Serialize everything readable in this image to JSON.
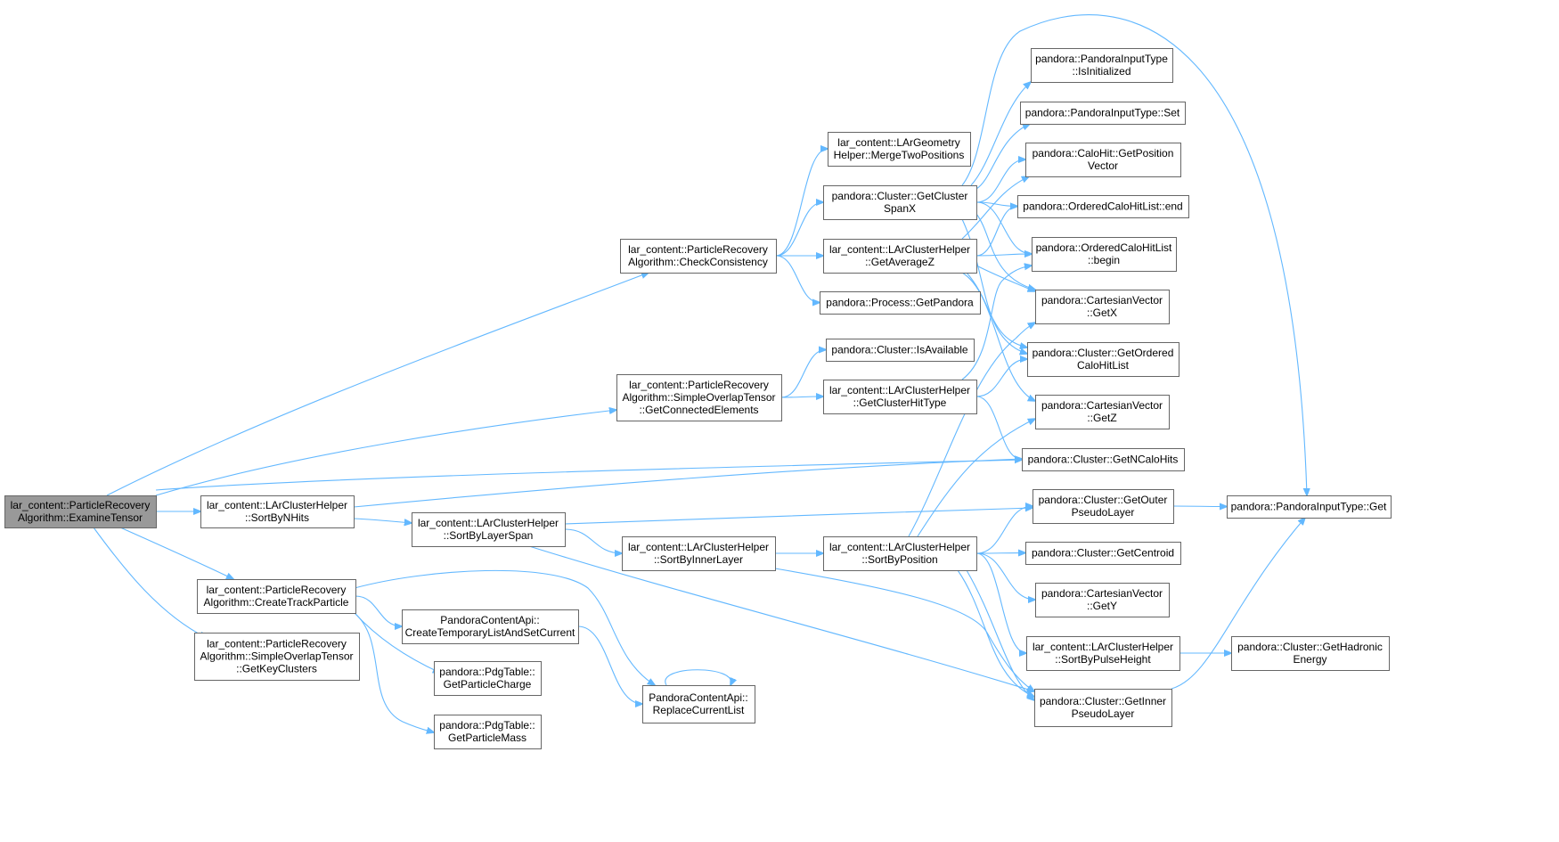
{
  "graph": {
    "root": "n_examine",
    "nodes": [
      {
        "id": "n_examine",
        "lines": [
          "lar_content::ParticleRecovery",
          "Algorithm::ExamineTensor"
        ],
        "root": true
      },
      {
        "id": "n_check",
        "lines": [
          "lar_content::ParticleRecovery",
          "Algorithm::CheckConsistency"
        ]
      },
      {
        "id": "n_getconn",
        "lines": [
          "lar_content::ParticleRecovery",
          "Algorithm::SimpleOverlapTensor",
          "::GetConnectedElements"
        ]
      },
      {
        "id": "n_sortbynhits",
        "lines": [
          "lar_content::LArClusterHelper",
          "::SortByNHits"
        ]
      },
      {
        "id": "n_createtrack",
        "lines": [
          "lar_content::ParticleRecovery",
          "Algorithm::CreateTrackParticle"
        ]
      },
      {
        "id": "n_getkey",
        "lines": [
          "lar_content::ParticleRecovery",
          "Algorithm::SimpleOverlapTensor",
          "::GetKeyClusters"
        ]
      },
      {
        "id": "n_merge",
        "lines": [
          "lar_content::LArGeometry",
          "Helper::MergeTwoPositions"
        ]
      },
      {
        "id": "n_spanx",
        "lines": [
          "pandora::Cluster::GetCluster",
          "SpanX"
        ]
      },
      {
        "id": "n_avgz",
        "lines": [
          "lar_content::LArClusterHelper",
          "::GetAverageZ"
        ]
      },
      {
        "id": "n_getpandora",
        "lines": [
          "pandora::Process::GetPandora"
        ]
      },
      {
        "id": "n_isavail",
        "lines": [
          "pandora::Cluster::IsAvailable"
        ]
      },
      {
        "id": "n_hittype",
        "lines": [
          "lar_content::LArClusterHelper",
          "::GetClusterHitType"
        ]
      },
      {
        "id": "n_sortlayerspan",
        "lines": [
          "lar_content::LArClusterHelper",
          "::SortByLayerSpan"
        ]
      },
      {
        "id": "n_sortinner",
        "lines": [
          "lar_content::LArClusterHelper",
          "::SortByInnerLayer"
        ]
      },
      {
        "id": "n_sortpos",
        "lines": [
          "lar_content::LArClusterHelper",
          "::SortByPosition"
        ]
      },
      {
        "id": "n_createtemp",
        "lines": [
          "PandoraContentApi::",
          "CreateTemporaryListAndSetCurrent"
        ]
      },
      {
        "id": "n_charge",
        "lines": [
          "pandora::PdgTable::",
          "GetParticleCharge"
        ]
      },
      {
        "id": "n_mass",
        "lines": [
          "pandora::PdgTable::",
          "GetParticleMass"
        ]
      },
      {
        "id": "n_replace",
        "lines": [
          "PandoraContentApi::",
          "ReplaceCurrentList"
        ]
      },
      {
        "id": "n_isinit",
        "lines": [
          "pandora::PandoraInputType",
          "::IsInitialized"
        ]
      },
      {
        "id": "n_set",
        "lines": [
          "pandora::PandoraInputType::Set"
        ]
      },
      {
        "id": "n_posvec",
        "lines": [
          "pandora::CaloHit::GetPosition",
          "Vector"
        ]
      },
      {
        "id": "n_end",
        "lines": [
          "pandora::OrderedCaloHitList::end"
        ]
      },
      {
        "id": "n_begin",
        "lines": [
          "pandora::OrderedCaloHitList",
          "::begin"
        ]
      },
      {
        "id": "n_getx",
        "lines": [
          "pandora::CartesianVector",
          "::GetX"
        ]
      },
      {
        "id": "n_ordered",
        "lines": [
          "pandora::Cluster::GetOrdered",
          "CaloHitList"
        ]
      },
      {
        "id": "n_getz",
        "lines": [
          "pandora::CartesianVector",
          "::GetZ"
        ]
      },
      {
        "id": "n_ncalo",
        "lines": [
          "pandora::Cluster::GetNCaloHits"
        ]
      },
      {
        "id": "n_outer",
        "lines": [
          "pandora::Cluster::GetOuter",
          "PseudoLayer"
        ]
      },
      {
        "id": "n_centroid",
        "lines": [
          "pandora::Cluster::GetCentroid"
        ]
      },
      {
        "id": "n_gety",
        "lines": [
          "pandora::CartesianVector",
          "::GetY"
        ]
      },
      {
        "id": "n_pulse",
        "lines": [
          "lar_content::LArClusterHelper",
          "::SortByPulseHeight"
        ]
      },
      {
        "id": "n_inner",
        "lines": [
          "pandora::Cluster::GetInner",
          "PseudoLayer"
        ]
      },
      {
        "id": "n_get",
        "lines": [
          "pandora::PandoraInputType::Get"
        ]
      },
      {
        "id": "n_hadronic",
        "lines": [
          "pandora::Cluster::GetHadronic",
          "Energy"
        ]
      }
    ],
    "edges": [
      {
        "from": "n_examine",
        "to": "n_check"
      },
      {
        "from": "n_examine",
        "to": "n_getconn"
      },
      {
        "from": "n_examine",
        "to": "n_ncalo"
      },
      {
        "from": "n_examine",
        "to": "n_sortbynhits"
      },
      {
        "from": "n_examine",
        "to": "n_createtrack"
      },
      {
        "from": "n_examine",
        "to": "n_getkey"
      },
      {
        "from": "n_check",
        "to": "n_merge"
      },
      {
        "from": "n_check",
        "to": "n_spanx"
      },
      {
        "from": "n_check",
        "to": "n_avgz"
      },
      {
        "from": "n_check",
        "to": "n_getpandora"
      },
      {
        "from": "n_getconn",
        "to": "n_isavail"
      },
      {
        "from": "n_getconn",
        "to": "n_hittype"
      },
      {
        "from": "n_sortbynhits",
        "to": "n_ncalo"
      },
      {
        "from": "n_sortbynhits",
        "to": "n_sortlayerspan"
      },
      {
        "from": "n_sortlayerspan",
        "to": "n_outer"
      },
      {
        "from": "n_sortlayerspan",
        "to": "n_sortinner"
      },
      {
        "from": "n_sortlayerspan",
        "to": "n_inner"
      },
      {
        "from": "n_sortinner",
        "to": "n_sortpos"
      },
      {
        "from": "n_sortinner",
        "to": "n_inner"
      },
      {
        "from": "n_createtrack",
        "to": "n_createtemp"
      },
      {
        "from": "n_createtrack",
        "to": "n_charge"
      },
      {
        "from": "n_createtrack",
        "to": "n_mass"
      },
      {
        "from": "n_createtrack",
        "to": "n_replace"
      },
      {
        "from": "n_createtemp",
        "to": "n_replace"
      },
      {
        "from": "n_replace",
        "to": "n_replace"
      },
      {
        "from": "n_spanx",
        "to": "n_get"
      },
      {
        "from": "n_spanx",
        "to": "n_isinit"
      },
      {
        "from": "n_spanx",
        "to": "n_set"
      },
      {
        "from": "n_spanx",
        "to": "n_posvec"
      },
      {
        "from": "n_spanx",
        "to": "n_end"
      },
      {
        "from": "n_spanx",
        "to": "n_begin"
      },
      {
        "from": "n_spanx",
        "to": "n_getx"
      },
      {
        "from": "n_spanx",
        "to": "n_ordered"
      },
      {
        "from": "n_avgz",
        "to": "n_end"
      },
      {
        "from": "n_avgz",
        "to": "n_begin"
      },
      {
        "from": "n_avgz",
        "to": "n_posvec"
      },
      {
        "from": "n_avgz",
        "to": "n_getx"
      },
      {
        "from": "n_avgz",
        "to": "n_ordered"
      },
      {
        "from": "n_avgz",
        "to": "n_getz"
      },
      {
        "from": "n_hittype",
        "to": "n_ordered"
      },
      {
        "from": "n_hittype",
        "to": "n_ncalo"
      },
      {
        "from": "n_hittype",
        "to": "n_begin"
      },
      {
        "from": "n_sortpos",
        "to": "n_outer"
      },
      {
        "from": "n_sortpos",
        "to": "n_centroid"
      },
      {
        "from": "n_sortpos",
        "to": "n_gety"
      },
      {
        "from": "n_sortpos",
        "to": "n_pulse"
      },
      {
        "from": "n_sortpos",
        "to": "n_inner"
      },
      {
        "from": "n_sortpos",
        "to": "n_getx"
      },
      {
        "from": "n_sortpos",
        "to": "n_getz"
      },
      {
        "from": "n_pulse",
        "to": "n_hadronic"
      },
      {
        "from": "n_pulse",
        "to": "n_inner"
      },
      {
        "from": "n_outer",
        "to": "n_get"
      },
      {
        "from": "n_inner",
        "to": "n_get"
      }
    ]
  }
}
